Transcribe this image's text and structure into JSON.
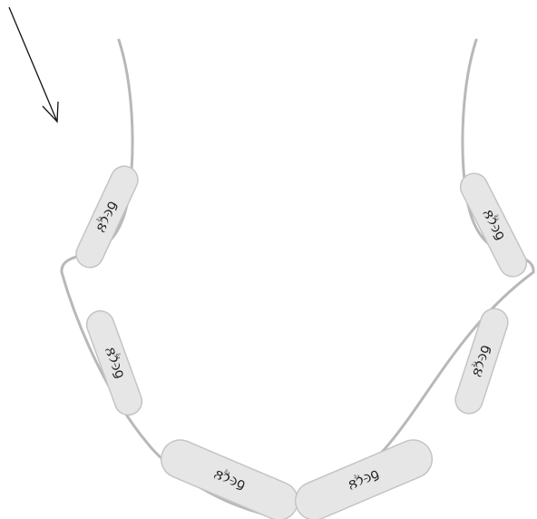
{
  "labels": {
    "upper_left": "ϭ૯૮ૣ૪",
    "upper_right": "ϭ૯૮ૣ૪",
    "mid_left": "ϭ૯૮ૣ૪",
    "mid_right": "ϭ૯૮ૣ૪",
    "bottom_left": "ϭ૯૮ૣ૪",
    "bottom_right": "ϭ૯૮ૣ૪"
  }
}
